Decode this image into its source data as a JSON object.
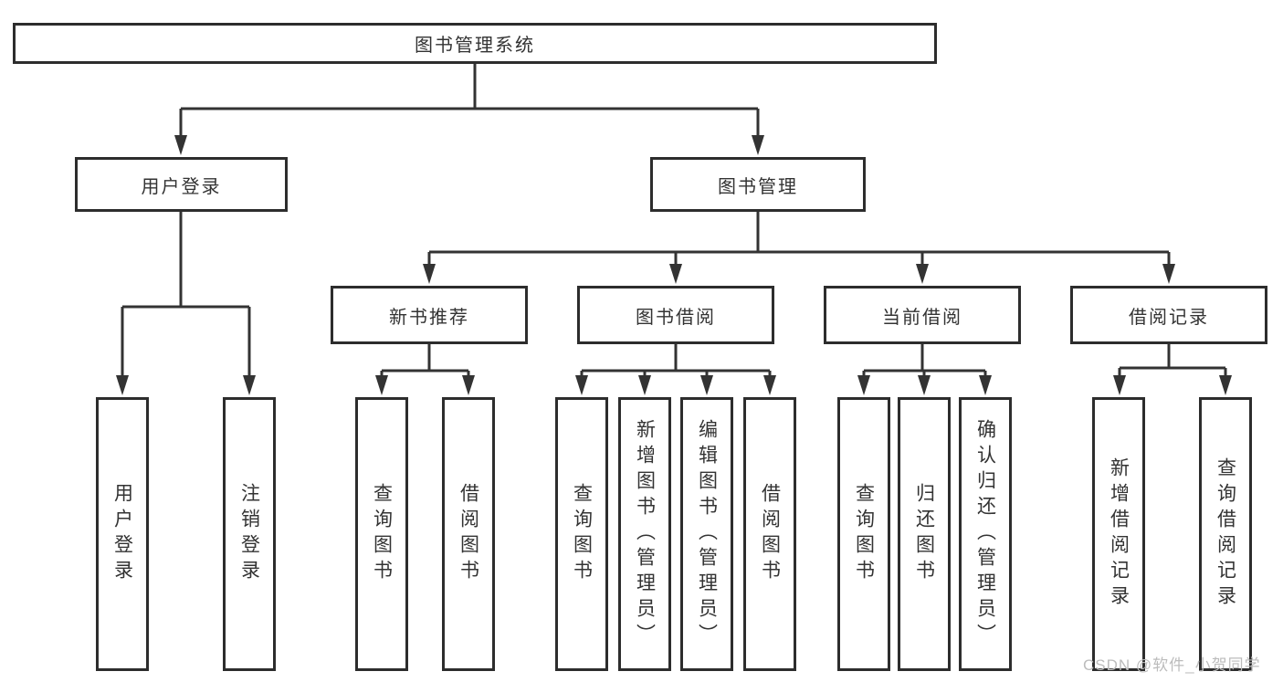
{
  "diagram": {
    "root": {
      "label": "图书管理系统"
    },
    "level2": [
      {
        "label": "用户登录"
      },
      {
        "label": "图书管理"
      }
    ],
    "level3": [
      {
        "label": "新书推荐",
        "parent": "图书管理"
      },
      {
        "label": "图书借阅",
        "parent": "图书管理"
      },
      {
        "label": "当前借阅",
        "parent": "图书管理"
      },
      {
        "label": "借阅记录",
        "parent": "图书管理"
      }
    ],
    "leaves": [
      {
        "label": "用户登录",
        "parent": "用户登录"
      },
      {
        "label": "注销登录",
        "parent": "用户登录"
      },
      {
        "label": "查询图书",
        "parent": "新书推荐"
      },
      {
        "label": "借阅图书",
        "parent": "新书推荐"
      },
      {
        "label": "查询图书",
        "parent": "图书借阅"
      },
      {
        "label": "新增图书（管理员）",
        "parent": "图书借阅"
      },
      {
        "label": "编辑图书（管理员）",
        "parent": "图书借阅"
      },
      {
        "label": "借阅图书",
        "parent": "图书借阅"
      },
      {
        "label": "查询图书",
        "parent": "当前借阅"
      },
      {
        "label": "归还图书",
        "parent": "当前借阅"
      },
      {
        "label": "确认归还（管理员）",
        "parent": "当前借阅"
      },
      {
        "label": "新增借阅记录",
        "parent": "借阅记录"
      },
      {
        "label": "查询借阅记录",
        "parent": "借阅记录"
      }
    ]
  },
  "watermark": {
    "text": "CSDN @软件_小贺同学"
  },
  "colors": {
    "line": "#333333",
    "box_border": "#2d2d2d",
    "text": "#333333",
    "watermark_text": "#bcbcbc",
    "background": "#ffffff"
  }
}
